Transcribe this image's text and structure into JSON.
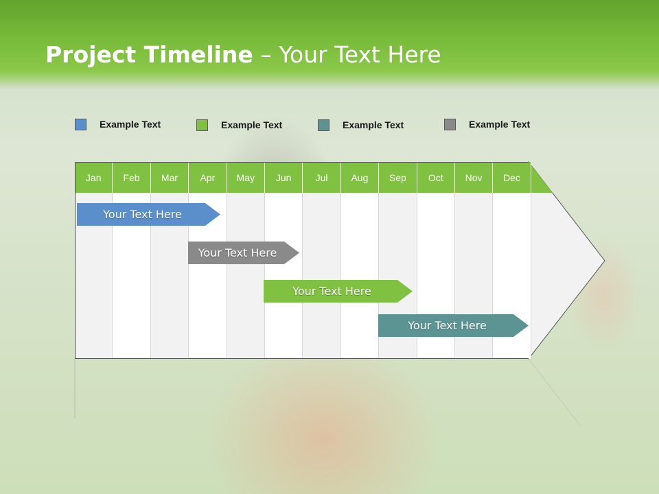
{
  "slide": {
    "title_bold": "Project Timeline",
    "title_rest": " – Your Text Here"
  },
  "legend": [
    {
      "label": "Example Text",
      "color": "#5b8fcc"
    },
    {
      "label": "Example Text",
      "color": "#80c142"
    },
    {
      "label": "Example Text",
      "color": "#5c9393"
    },
    {
      "label": "Example Text",
      "color": "#8a8a8a"
    }
  ],
  "timeline": {
    "months": [
      "Jan",
      "Feb",
      "Mar",
      "Apr",
      "May",
      "Jun",
      "Jul",
      "Aug",
      "Sep",
      "Oct",
      "Nov",
      "Dec"
    ],
    "header_color": "#80c142",
    "tasks": [
      {
        "label": "Your  Text Here",
        "color": "#5b8fcc"
      },
      {
        "label": "Your  Text Here",
        "color": "#8a8a8a"
      },
      {
        "label": "Your  Text Here",
        "color": "#80c142"
      },
      {
        "label": "Your  Text Here",
        "color": "#5c9393"
      }
    ]
  }
}
